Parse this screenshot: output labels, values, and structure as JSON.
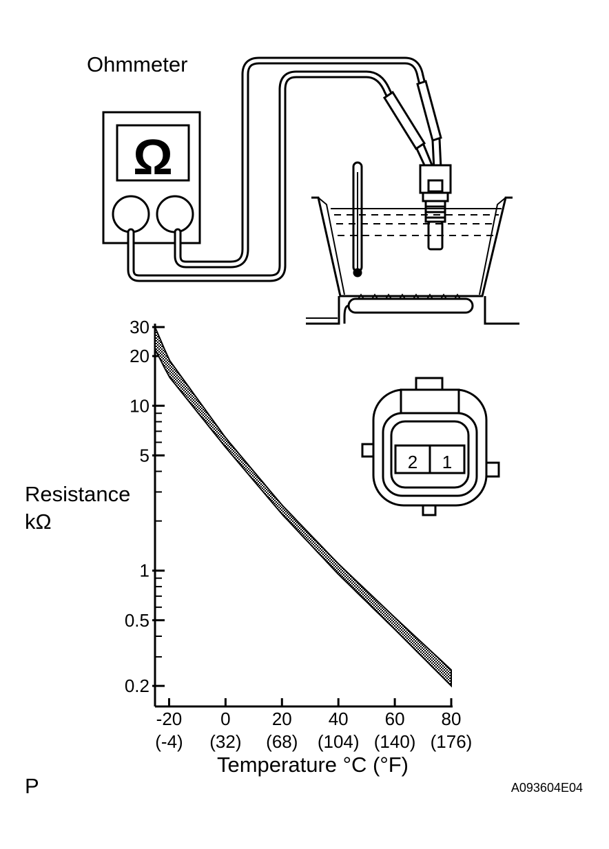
{
  "meter": {
    "label": "Ohmmeter",
    "symbol": "Ω"
  },
  "connector": {
    "pin_left": "2",
    "pin_right": "1"
  },
  "chart_data": {
    "type": "area",
    "ylabel_line1": "Resistance",
    "ylabel_line2": "kΩ",
    "xlabel": "Temperature °C (°F)",
    "y_scale": "log",
    "ylim": [
      0.15,
      30
    ],
    "xlim": [
      -25,
      80
    ],
    "y_ticks": [
      {
        "value": 30,
        "label": "30"
      },
      {
        "value": 20,
        "label": "20"
      },
      {
        "value": 10,
        "label": "10"
      },
      {
        "value": 5,
        "label": "5"
      },
      {
        "value": 1,
        "label": "1"
      },
      {
        "value": 0.5,
        "label": "0.5"
      },
      {
        "value": 0.2,
        "label": "0.2"
      }
    ],
    "x_ticks": [
      {
        "value": -20,
        "c": "-20",
        "f": "(-4)"
      },
      {
        "value": 0,
        "c": "0",
        "f": "(32)"
      },
      {
        "value": 20,
        "c": "20",
        "f": "(68)"
      },
      {
        "value": 40,
        "c": "40",
        "f": "(104)"
      },
      {
        "value": 60,
        "c": "60",
        "f": "(140)"
      },
      {
        "value": 80,
        "c": "80",
        "f": "(176)"
      }
    ],
    "x": [
      -25,
      -20,
      0,
      20,
      40,
      60,
      80
    ],
    "series": [
      {
        "values": [
          30,
          19,
          6.4,
          2.5,
          1.1,
          0.52,
          0.25
        ]
      },
      {
        "values": [
          22,
          15,
          5.6,
          2.2,
          0.95,
          0.44,
          0.2
        ]
      }
    ]
  },
  "corner_left": "P",
  "corner_right": "A093604E04"
}
